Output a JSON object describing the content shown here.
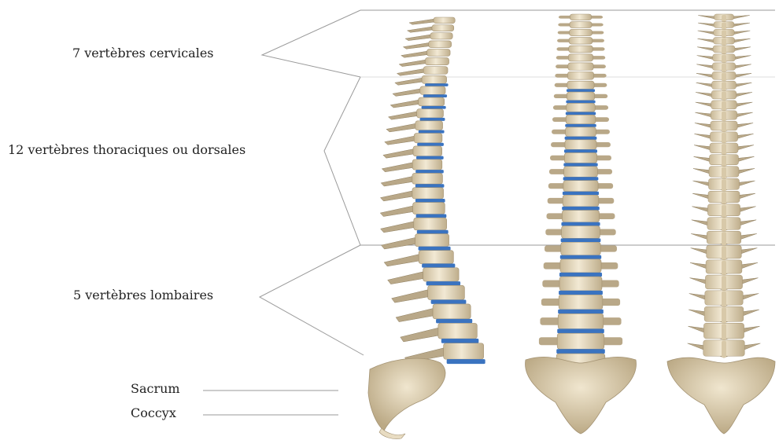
{
  "labels": {
    "cervical": "7 vertèbres cervicales",
    "thoracic": "12 vertèbres thoraciques ou dorsales",
    "lumbar": "5 vertèbres lombaires",
    "sacrum": "Sacrum",
    "coccyx": "Coccyx"
  },
  "colors": {
    "bone": "#e8dcc2",
    "bone_shadow": "#b9a888",
    "disc": "#3a73c0",
    "leader_line": "#9a9a9a",
    "text": "#222222"
  },
  "views": [
    "lateral-view",
    "anterior-view",
    "posterior-view"
  ]
}
